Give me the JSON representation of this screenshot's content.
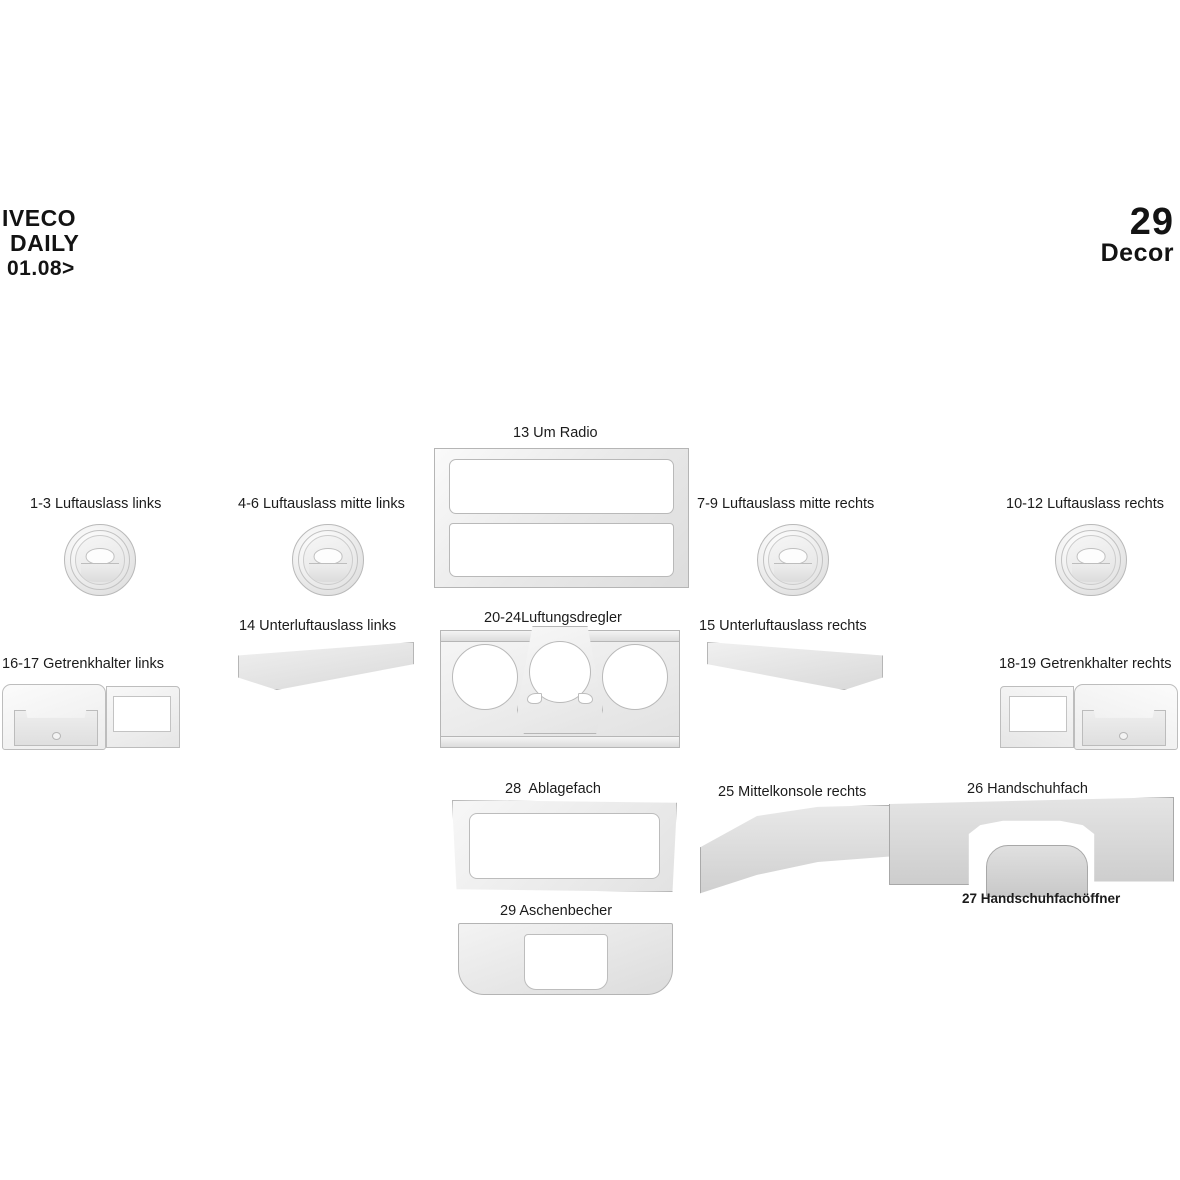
{
  "header": {
    "brand_line1": "IVECO",
    "brand_line2": "DAILY",
    "brand_line3": "01.08>",
    "decor_number": "29",
    "decor_word": "Decor"
  },
  "parts": [
    {
      "id": "vent-left",
      "label": "1-3 Luftauslass links",
      "icon": "round-air-vent"
    },
    {
      "id": "vent-mid-left",
      "label": "4-6 Luftauslass mitte links",
      "icon": "round-air-vent"
    },
    {
      "id": "radio-surround",
      "label": "13 Um Radio",
      "icon": "radio-frame"
    },
    {
      "id": "vent-mid-right",
      "label": "7-9 Luftauslass mitte rechts",
      "icon": "round-air-vent"
    },
    {
      "id": "vent-right",
      "label": "10-12 Luftauslass rechts",
      "icon": "round-air-vent"
    },
    {
      "id": "under-vent-left",
      "label": "14 Unterluftauslass links",
      "icon": "wedge-left"
    },
    {
      "id": "climate-controls",
      "label": "20-24Luftungsdregler",
      "icon": "climate-panel"
    },
    {
      "id": "under-vent-right",
      "label": "15 Unterluftauslass rechts",
      "icon": "wedge-right"
    },
    {
      "id": "cupholder-left",
      "label": "16-17 Getrenkhalter links",
      "icon": "cup-holder"
    },
    {
      "id": "cupholder-right",
      "label": "18-19 Getrenkhalter rechts",
      "icon": "cup-holder"
    },
    {
      "id": "storage-compartment",
      "label": "28  Ablagefach",
      "icon": "storage-frame"
    },
    {
      "id": "center-console-right",
      "label": "25 Mittelkonsole rechts",
      "icon": "console-band"
    },
    {
      "id": "glovebox",
      "label": "26 Handschuhfach",
      "icon": "glovebox-panel"
    },
    {
      "id": "glovebox-opener",
      "label": "27 Handschuhfachöffner",
      "icon": "glovebox-handle"
    },
    {
      "id": "ashtray",
      "label": "29 Aschenbecher",
      "icon": "ashtray-panel"
    }
  ],
  "colors": {
    "background": "#ffffff",
    "text": "#1b1b1b",
    "part_fill": "#e6e6e6",
    "part_stroke": "#b6b6b6"
  }
}
